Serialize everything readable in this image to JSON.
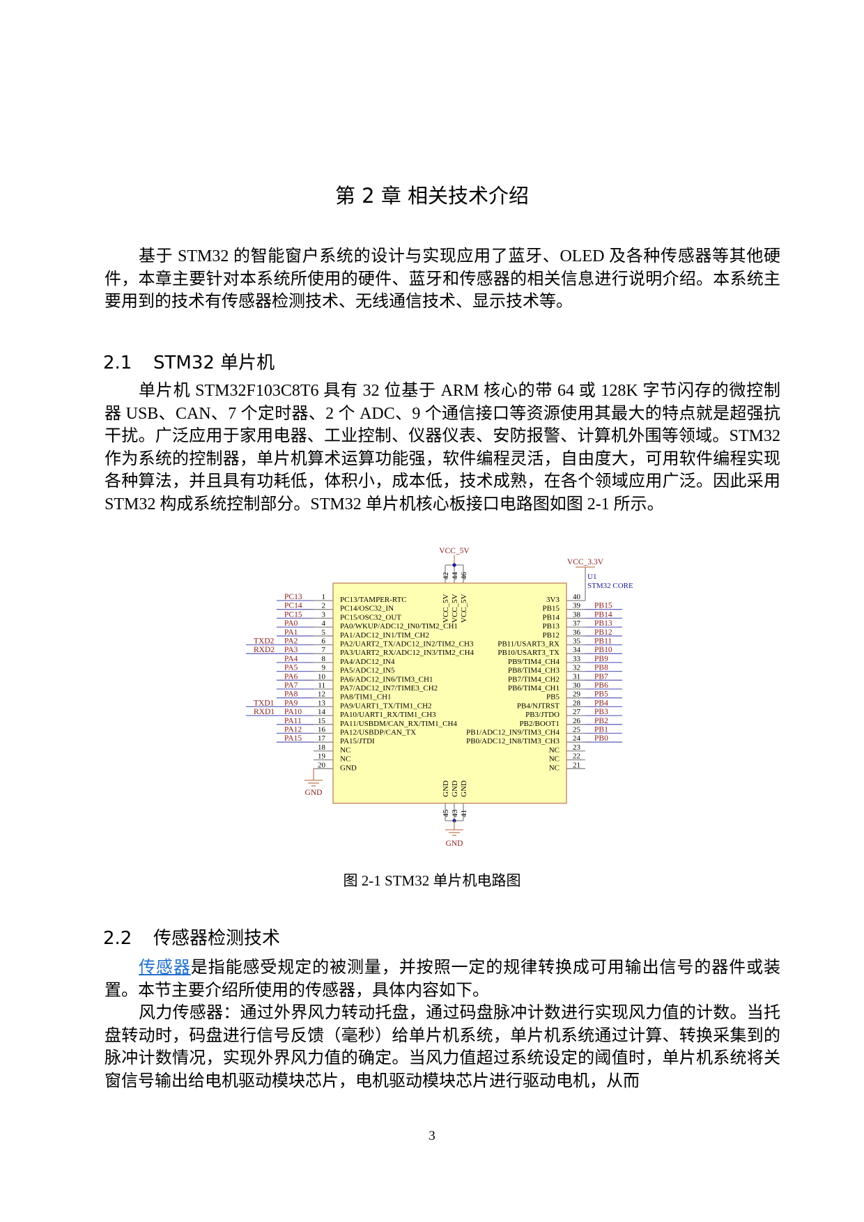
{
  "chapter_title": "第 2 章  相关技术介绍",
  "intro_paragraph": "基于 STM32 的智能窗户系统的设计与实现应用了蓝牙、OLED 及各种传感器等其他硬件，本章主要针对本系统所使用的硬件、蓝牙和传感器的相关信息进行说明介绍。本系统主要用到的技术有传感器检测技术、无线通信技术、显示技术等。",
  "section_2_1": {
    "number": "2.1",
    "title": "STM32 单片机",
    "paragraph": "单片机 STM32F103C8T6 具有 32 位基于 ARM 核心的带 64 或 128K 字节闪存的微控制器 USB、CAN、7 个定时器、2 个 ADC、9 个通信接口等资源使用其最大的特点就是超强抗干扰。广泛应用于家用电器、工业控制、仪器仪表、安防报警、计算机外围等领域。STM32 作为系统的控制器，单片机算术运算功能强，软件编程灵活，自由度大，可用软件编程实现各种算法，并且具有功耗低，体积小，成本低，技术成熟，在各个领域应用广泛。因此采用 STM32 构成系统控制部分。STM32 单片机核心板接口电路图如图 2-1 所示。"
  },
  "figure": {
    "caption": "图 2-1  STM32 单片机电路图",
    "component_ref": "U1",
    "component_name": "STM32  CORE",
    "power_top": "VCC_5V",
    "power_3v3": "VCC_3.3V",
    "ground": "GND",
    "top_pins": [
      {
        "num": "42",
        "label": "VCC_5V"
      },
      {
        "num": "44",
        "label": "VCC_5V"
      },
      {
        "num": "46",
        "label": "VCC_5V"
      }
    ],
    "bottom_pins": [
      {
        "num": "45",
        "label": "GND"
      },
      {
        "num": "43",
        "label": "GND"
      },
      {
        "num": "41",
        "label": "GND"
      }
    ],
    "left_pins": [
      {
        "num": "1",
        "label": "PC13/TAMPER-RTC",
        "net": "PC13",
        "ext": ""
      },
      {
        "num": "2",
        "label": "PC14/OSC32_IN",
        "net": "PC14",
        "ext": ""
      },
      {
        "num": "3",
        "label": "PC15/OSC32_OUT",
        "net": "PC15",
        "ext": ""
      },
      {
        "num": "4",
        "label": "PA0/WKUP/ADC12_IN0/TIM2_CH1",
        "net": "PA0",
        "ext": ""
      },
      {
        "num": "5",
        "label": "PA1/ADC12_IN1/TIM_CH2",
        "net": "PA1",
        "ext": ""
      },
      {
        "num": "6",
        "label": "PA2/UART2_TX/ADC12_IN2/TIM2_CH3",
        "net": "PA2",
        "ext": "TXD2"
      },
      {
        "num": "7",
        "label": "PA3/UART2_RX/ADC12_IN3/TIM2_CH4",
        "net": "PA3",
        "ext": "RXD2"
      },
      {
        "num": "8",
        "label": "PA4/ADC12_IN4",
        "net": "PA4",
        "ext": ""
      },
      {
        "num": "9",
        "label": "PA5/ADC12_IN5",
        "net": "PA5",
        "ext": ""
      },
      {
        "num": "10",
        "label": "PA6/ADC12_IN6/TIM3_CH1",
        "net": "PA6",
        "ext": ""
      },
      {
        "num": "11",
        "label": "PA7/ADC12_IN7/TIME3_CH2",
        "net": "PA7",
        "ext": ""
      },
      {
        "num": "12",
        "label": "PA8/TIM1_CH1",
        "net": "PA8",
        "ext": ""
      },
      {
        "num": "13",
        "label": "PA9/UART1_TX/TIM1_CH2",
        "net": "PA9",
        "ext": "TXD1"
      },
      {
        "num": "14",
        "label": "PA10/UART1_RX/TIM1_CH3",
        "net": "PA10",
        "ext": "RXD1"
      },
      {
        "num": "15",
        "label": "PA11/USBDM/CAN_RX/TIM1_CH4",
        "net": "PA11",
        "ext": ""
      },
      {
        "num": "16",
        "label": "PA12/USBDP/CAN_TX",
        "net": "PA12",
        "ext": ""
      },
      {
        "num": "17",
        "label": "PA15/JTDI",
        "net": "PA15",
        "ext": ""
      },
      {
        "num": "18",
        "label": "NC",
        "net": "",
        "ext": ""
      },
      {
        "num": "19",
        "label": "NC",
        "net": "",
        "ext": ""
      },
      {
        "num": "20",
        "label": "GND",
        "net": "",
        "ext": ""
      }
    ],
    "right_pins": [
      {
        "num": "40",
        "label": "3V3",
        "net": ""
      },
      {
        "num": "39",
        "label": "PB15",
        "net": "PB15"
      },
      {
        "num": "38",
        "label": "PB14",
        "net": "PB14"
      },
      {
        "num": "37",
        "label": "PB13",
        "net": "PB13"
      },
      {
        "num": "36",
        "label": "PB12",
        "net": "PB12"
      },
      {
        "num": "35",
        "label": "PB11/USART3_RX",
        "net": "PB11"
      },
      {
        "num": "34",
        "label": "PB10/USART3_TX",
        "net": "PB10"
      },
      {
        "num": "33",
        "label": "PB9/TIM4_CH4",
        "net": "PB9"
      },
      {
        "num": "32",
        "label": "PB8/TIM4_CH3",
        "net": "PB8"
      },
      {
        "num": "31",
        "label": "PB7/TIM4_CH2",
        "net": "PB7"
      },
      {
        "num": "30",
        "label": "PB6/TIM4_CH1",
        "net": "PB6"
      },
      {
        "num": "29",
        "label": "PB5",
        "net": "PB5"
      },
      {
        "num": "28",
        "label": "PB4/NJTRST",
        "net": "PB4"
      },
      {
        "num": "27",
        "label": "PB3/JTDO",
        "net": "PB3"
      },
      {
        "num": "26",
        "label": "PB2/BOOT1",
        "net": "PB2"
      },
      {
        "num": "25",
        "label": "PB1/ADC12_IN9/TIM3_CH4",
        "net": "PB1"
      },
      {
        "num": "24",
        "label": "PB0/ADC12_IN8/TIM3_CH3",
        "net": "PB0"
      },
      {
        "num": "23",
        "label": "NC",
        "net": ""
      },
      {
        "num": "22",
        "label": "NC",
        "net": ""
      },
      {
        "num": "21",
        "label": "NC",
        "net": ""
      }
    ],
    "colors": {
      "body_fill": "#ffffb4",
      "body_border": "#c0805a",
      "net_label": "#8b1a1a",
      "net_wire": "#6a6ac0",
      "pin_wire": "#888888",
      "junction": "#1a1a9a",
      "component_text": "#1a1a9a"
    }
  },
  "section_2_2": {
    "number": "2.2",
    "title": "传感器检测技术",
    "p1_link": "传感器",
    "p1_rest": "是指能感受规定的被测量，并按照一定的规律转换成可用输出信号的器件或装置。本节主要介绍所使用的传感器，具体内容如下。",
    "p2": "风力传感器：通过外界风力转动托盘，通过码盘脉冲计数进行实现风力值的计数。当托盘转动时，码盘进行信号反馈（毫秒）给单片机系统，单片机系统通过计算、转换采集到的脉冲计数情况，实现外界风力值的确定。当风力值超过系统设定的阈值时，单片机系统将关窗信号输出给电机驱动模块芯片，电机驱动模块芯片进行驱动电机，从而"
  },
  "link_color": "#1e6fd0",
  "page_number": "3"
}
